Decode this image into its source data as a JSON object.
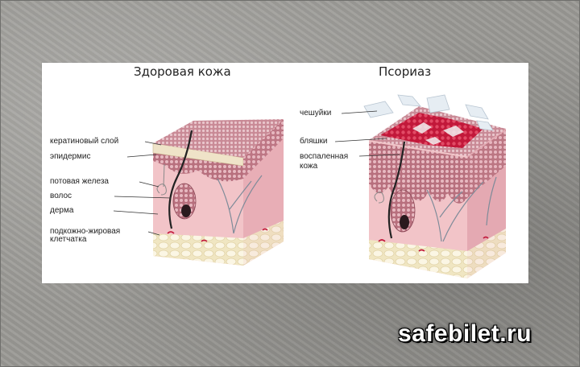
{
  "titles": {
    "healthy": "Здоровая кожа",
    "psoriasis": "Псориаз"
  },
  "labels_left": [
    {
      "key": "keratin",
      "text": "кератиновый слой"
    },
    {
      "key": "epidermis",
      "text": "эпидермис"
    },
    {
      "key": "sweat_gland",
      "text": "потовая железа"
    },
    {
      "key": "hair",
      "text": "волос"
    },
    {
      "key": "dermis",
      "text": "дерма"
    },
    {
      "key": "fat_1",
      "text": "подкожно-жировая"
    },
    {
      "key": "fat_2",
      "text": "клетчатка"
    }
  ],
  "labels_right": [
    {
      "key": "scales",
      "text": "чешуйки"
    },
    {
      "key": "plaques",
      "text": "бляшки"
    },
    {
      "key": "inflamed_1",
      "text": "воспаленная"
    },
    {
      "key": "inflamed_2",
      "text": "кожа"
    }
  ],
  "watermark": "safebilet.ru",
  "colors": {
    "dermis": "#f2c4c8",
    "epidermis": "#c98a96",
    "keratin": "#efe3c8",
    "fat": "#f4edd2",
    "plaque": "#c2183a",
    "scale": "#e6edf3"
  }
}
